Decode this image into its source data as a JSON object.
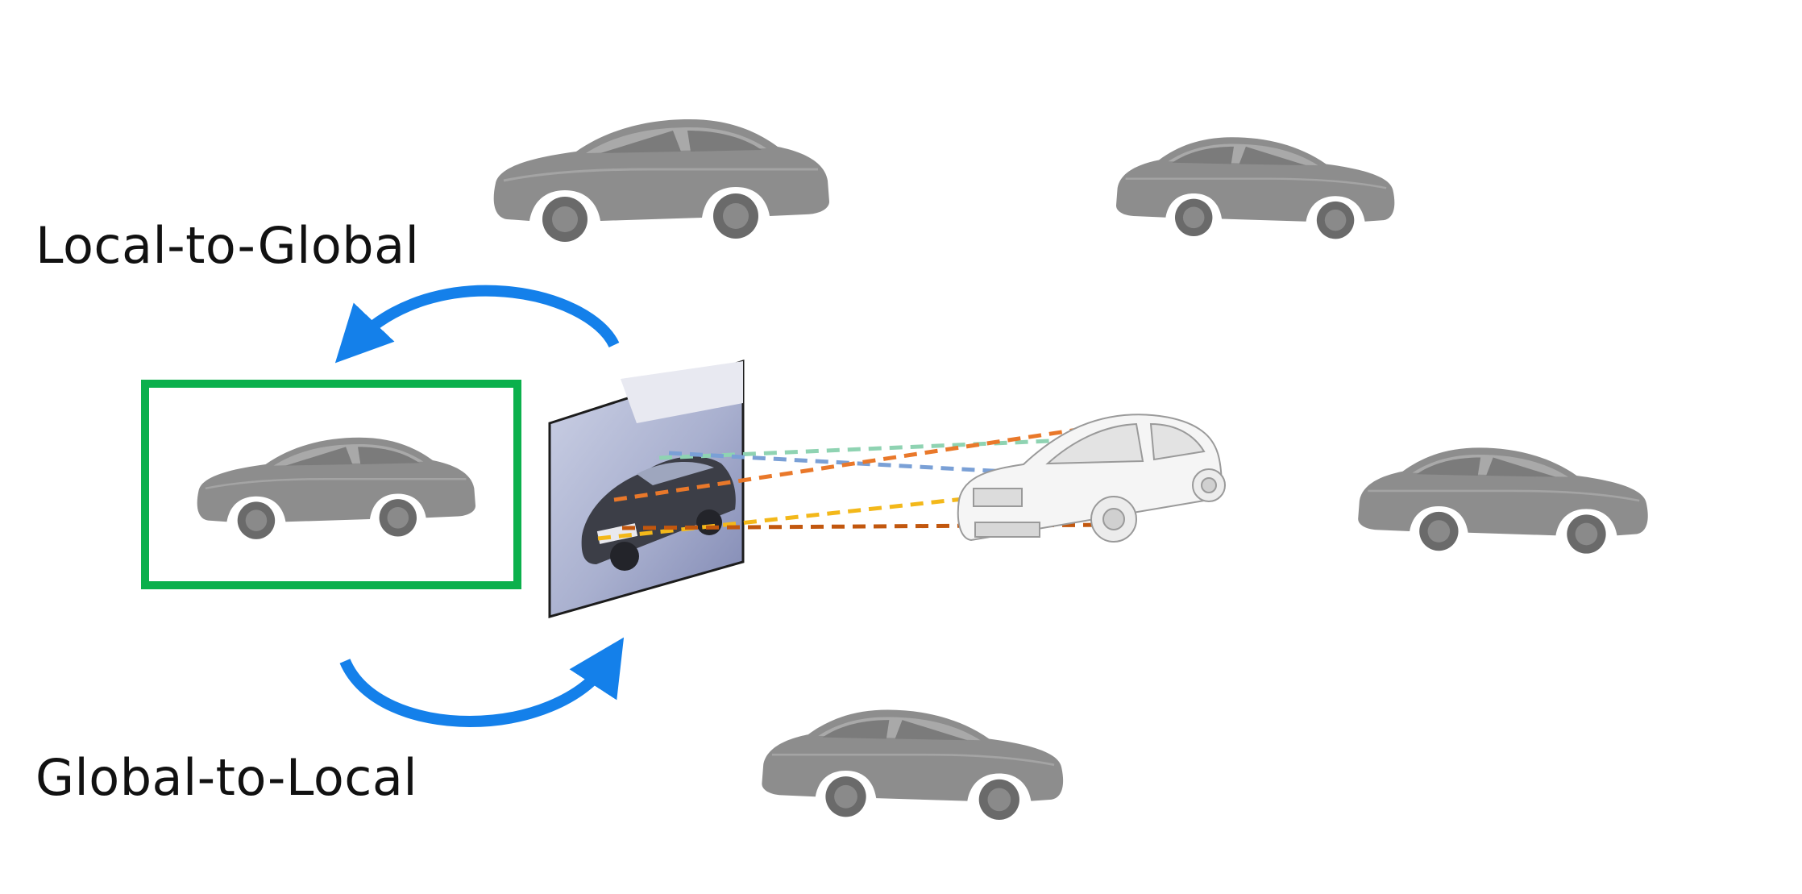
{
  "labels": {
    "local_to_global": "Local-to-Global",
    "global_to_local": "Global-to-Local"
  },
  "colors": {
    "arrow": "#1480ea",
    "selection_box": "#0bb04c",
    "car_render": "#8d8d8d",
    "correspondence_lines": [
      "#8fd3b2",
      "#7aa0d6",
      "#e9782a",
      "#f3b81a",
      "#c2570e"
    ]
  },
  "elements": {
    "views": [
      "car-view-top-left",
      "car-view-top-right",
      "car-view-right",
      "car-view-bottom",
      "car-view-selected"
    ],
    "query_photo": "query-photo",
    "cad_model": "cad-model-wireframe",
    "arrows": [
      "arrow-local-to-global",
      "arrow-global-to-local"
    ]
  }
}
